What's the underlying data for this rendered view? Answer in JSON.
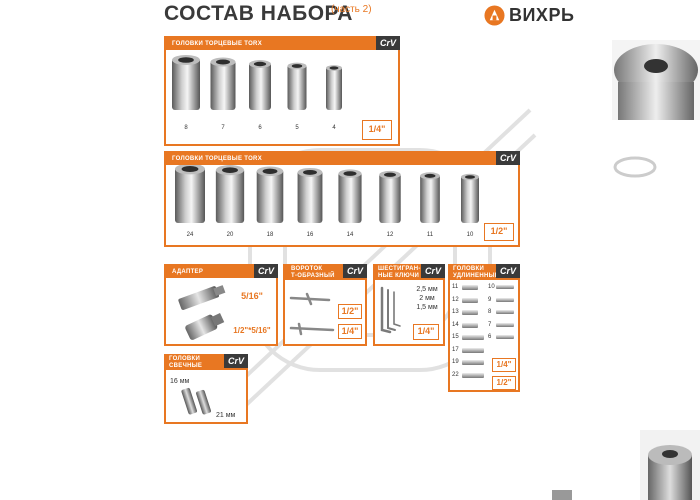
{
  "header": {
    "title": "СОСТАВ НАБОРА",
    "subtitle": "(часть 2)",
    "brand": "ВИХРЬ"
  },
  "colors": {
    "accent": "#e87722",
    "dark": "#3a3a3a"
  },
  "panel1": {
    "label": "ГОЛОВКИ ТОРЦЕВЫЕ TORX",
    "material": "CrV",
    "sizes": [
      "8",
      "7",
      "6",
      "5",
      "4"
    ],
    "drive": "1/4\""
  },
  "panel2": {
    "label": "ГОЛОВКИ ТОРЦЕВЫЕ TORX",
    "material": "CrV",
    "sizes": [
      "24",
      "20",
      "18",
      "16",
      "14",
      "12",
      "11",
      "10"
    ],
    "drive": "1/2\""
  },
  "adapter": {
    "label": "АДАПТЕР",
    "material": "CrV",
    "drive1": "5/16\"",
    "drive2": "1/2\"*5/16\""
  },
  "tbar": {
    "label1": "ВОРОТОК",
    "label2": "Т-ОБРАЗНЫЙ",
    "material": "CrV",
    "drive1": "1/2\"",
    "drive2": "1/4\""
  },
  "hexkeys": {
    "label1": "ШЕСТИГРАН-",
    "label2": "НЫЕ КЛЮЧИ",
    "material": "CrV",
    "sizes": [
      "2,5 мм",
      "2 мм",
      "1,5 мм"
    ],
    "drive": "1/4\""
  },
  "extended": {
    "label1": "ГОЛОВКИ",
    "label2": "УДЛИНЕННЫЕ",
    "material": "CrV",
    "left_sizes": [
      "11",
      "12",
      "13",
      "14",
      "15",
      "17",
      "19",
      "22"
    ],
    "right_sizes": [
      "10",
      "9",
      "8",
      "7",
      "6"
    ],
    "drive1": "1/4\"",
    "drive2": "1/2\""
  },
  "spark": {
    "label1": "ГОЛОВКИ",
    "label2": "СВЕЧНЫЕ",
    "material": "CrV",
    "size1": "16 мм",
    "size2": "21 мм"
  }
}
